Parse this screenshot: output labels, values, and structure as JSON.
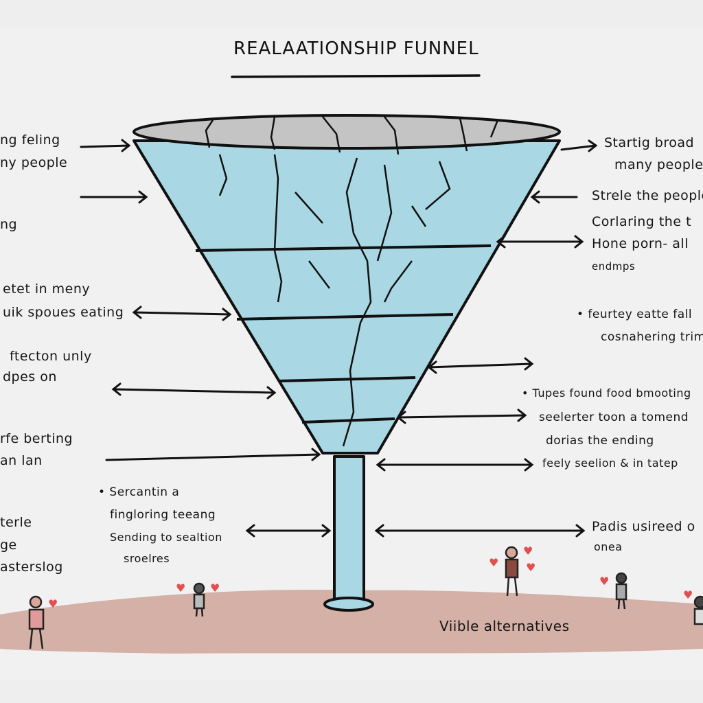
{
  "title": "REALAATIONSHIP FUNNEL",
  "left_notes": [
    "ng feling",
    "ny people",
    "ng",
    "etet in meny",
    "uik spoues eating",
    "ftecton unly",
    "dpes on",
    "rfe berting",
    "an lan",
    "terle",
    "ge",
    "asterslog"
  ],
  "middle_notes": [
    "• Sercantin a",
    "fingloring teeang",
    "Sending to sealtion",
    "sroelres"
  ],
  "right_notes": [
    "Startig broad",
    "many people",
    "Strele the people",
    "Corlaring the t",
    "Hone porn- all",
    "endmps",
    "• feurtey eatte fall",
    "cosnahering trim",
    "• Tupes found food bmooting",
    "seelerter toon a tomend",
    "dorias the ending",
    "feely seelion & in tatep",
    "Padis usireed o",
    "onea"
  ],
  "bottom_label": "Viible alternatives",
  "colors": {
    "funnel": "#a9d8e4",
    "rim": "#c4c4c4",
    "ground": "#c99a8c",
    "ink": "#111111",
    "heart": "#e05050"
  }
}
